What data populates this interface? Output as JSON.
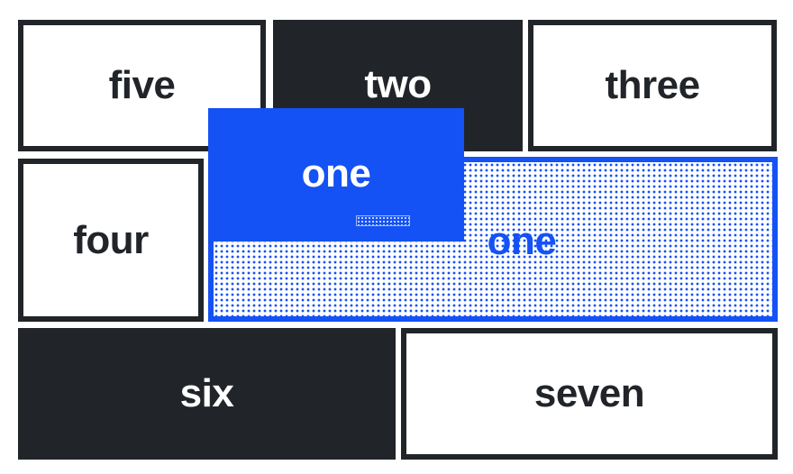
{
  "tiles": {
    "five": "five",
    "two": "two",
    "three": "three",
    "four": "four",
    "one_placeholder": "one",
    "one_dragging": "one",
    "six": "six",
    "seven": "seven"
  },
  "colors": {
    "dark": "#212529",
    "accent": "#1452f5",
    "light": "#ffffff"
  }
}
